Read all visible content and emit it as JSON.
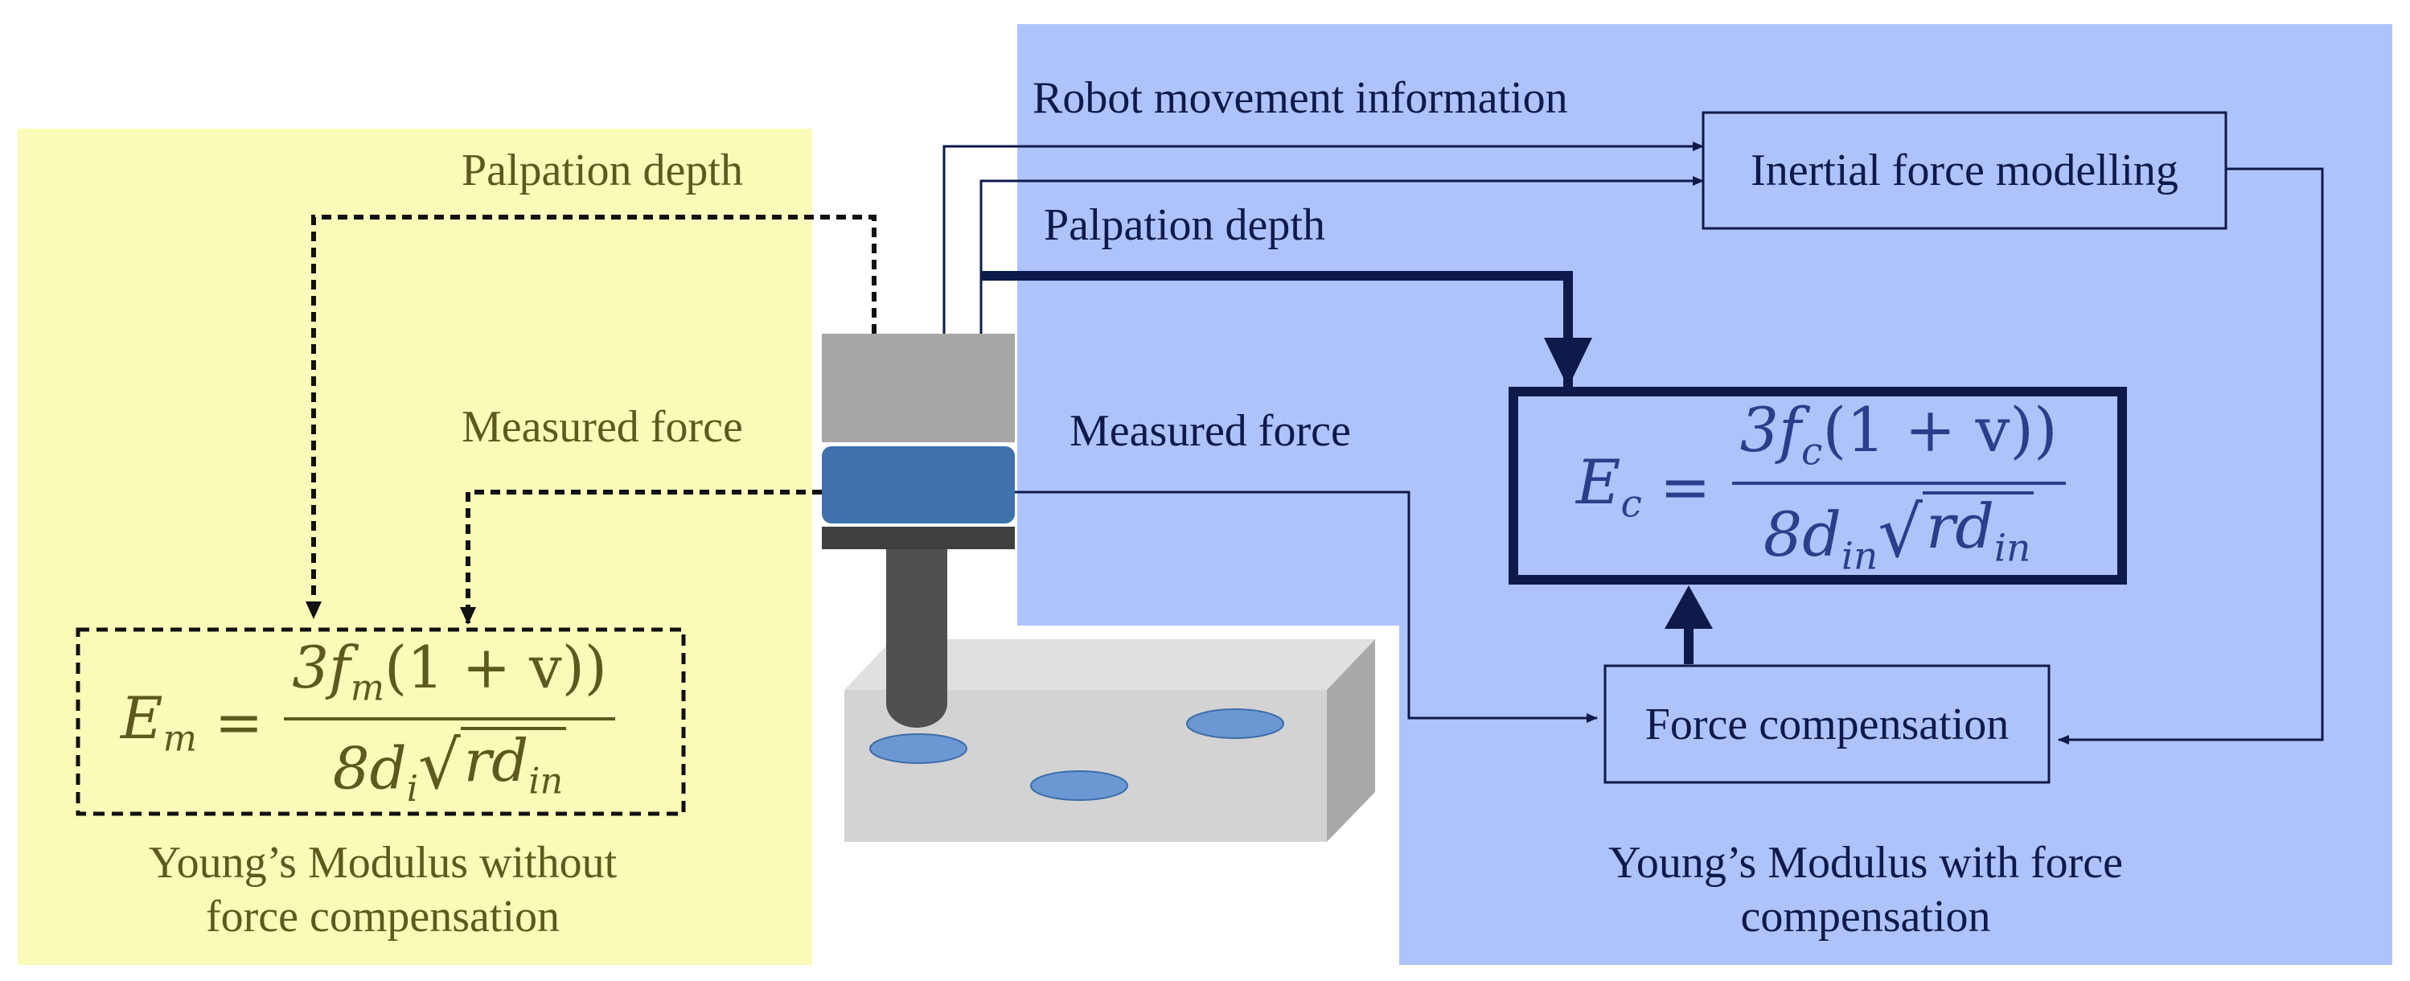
{
  "left_panel": {
    "palpation_depth_label": "Palpation depth",
    "measured_force_label": "Measured force",
    "equation": {
      "lhs": "E",
      "lhs_sub": "m",
      "numerator_prefix": "3f",
      "numerator_sub": "m",
      "numerator_suffix": "(1 + v))",
      "denominator_prefix": "8d",
      "denominator_sub": "i",
      "radicand": "rd",
      "radicand_sub": "in"
    },
    "caption_line1": "Young’s Modulus without",
    "caption_line2": "force compensation"
  },
  "right_panel": {
    "robot_movement_label": "Robot movement information",
    "palpation_depth_label": "Palpation depth",
    "measured_force_label": "Measured force",
    "inertial_box_label": "Inertial force modelling",
    "compensation_box_label": "Force compensation",
    "equation": {
      "lhs": "E",
      "lhs_sub": "c",
      "numerator_prefix": "3f",
      "numerator_sub": "c",
      "numerator_suffix": "(1 + v))",
      "denominator_prefix": "8d",
      "denominator_sub": "in",
      "radicand": "rd",
      "radicand_sub": "in"
    },
    "caption_line1": "Young’s Modulus with force",
    "caption_line2": "compensation"
  },
  "colors": {
    "yellow_panel": "#fafbb8",
    "blue_panel": "#afc3fb",
    "olive_text": "#5c5a1c",
    "navy_text": "#0d1a4a",
    "sensor_blue": "#3f72ad",
    "inclusion_blue": "#6b98d2"
  }
}
